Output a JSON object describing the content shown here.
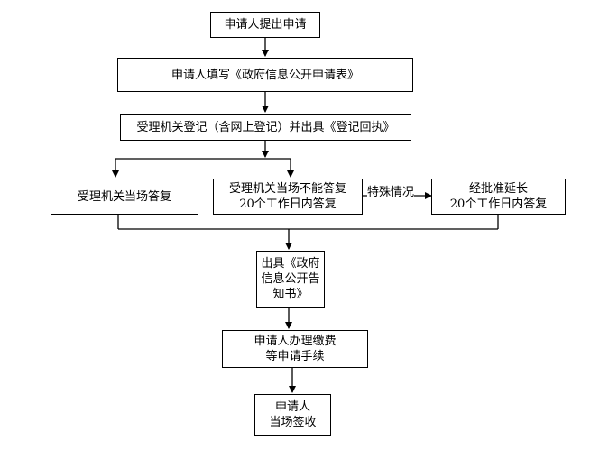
{
  "flow": {
    "step_submit": "申请人提出申请",
    "step_fill_form": "申请人填写《政府信息公开申请表》",
    "step_register": "受理机关登记（含网上登记）并出具《登记回执》",
    "step_answer_on_site": "受理机关当场答复",
    "step_answer_20_days": "受理机关当场不能答复\n20个工作日内答复",
    "special_case_label": "特殊情况",
    "step_extension": "经批准延长\n20个工作日内答复",
    "step_issue_notice": "出具《政府\n信息公开告\n知书》",
    "step_pay_fees": "申请人办理缴费\n等申请手续",
    "step_sign_receipt": "申请人\n当场签收"
  }
}
